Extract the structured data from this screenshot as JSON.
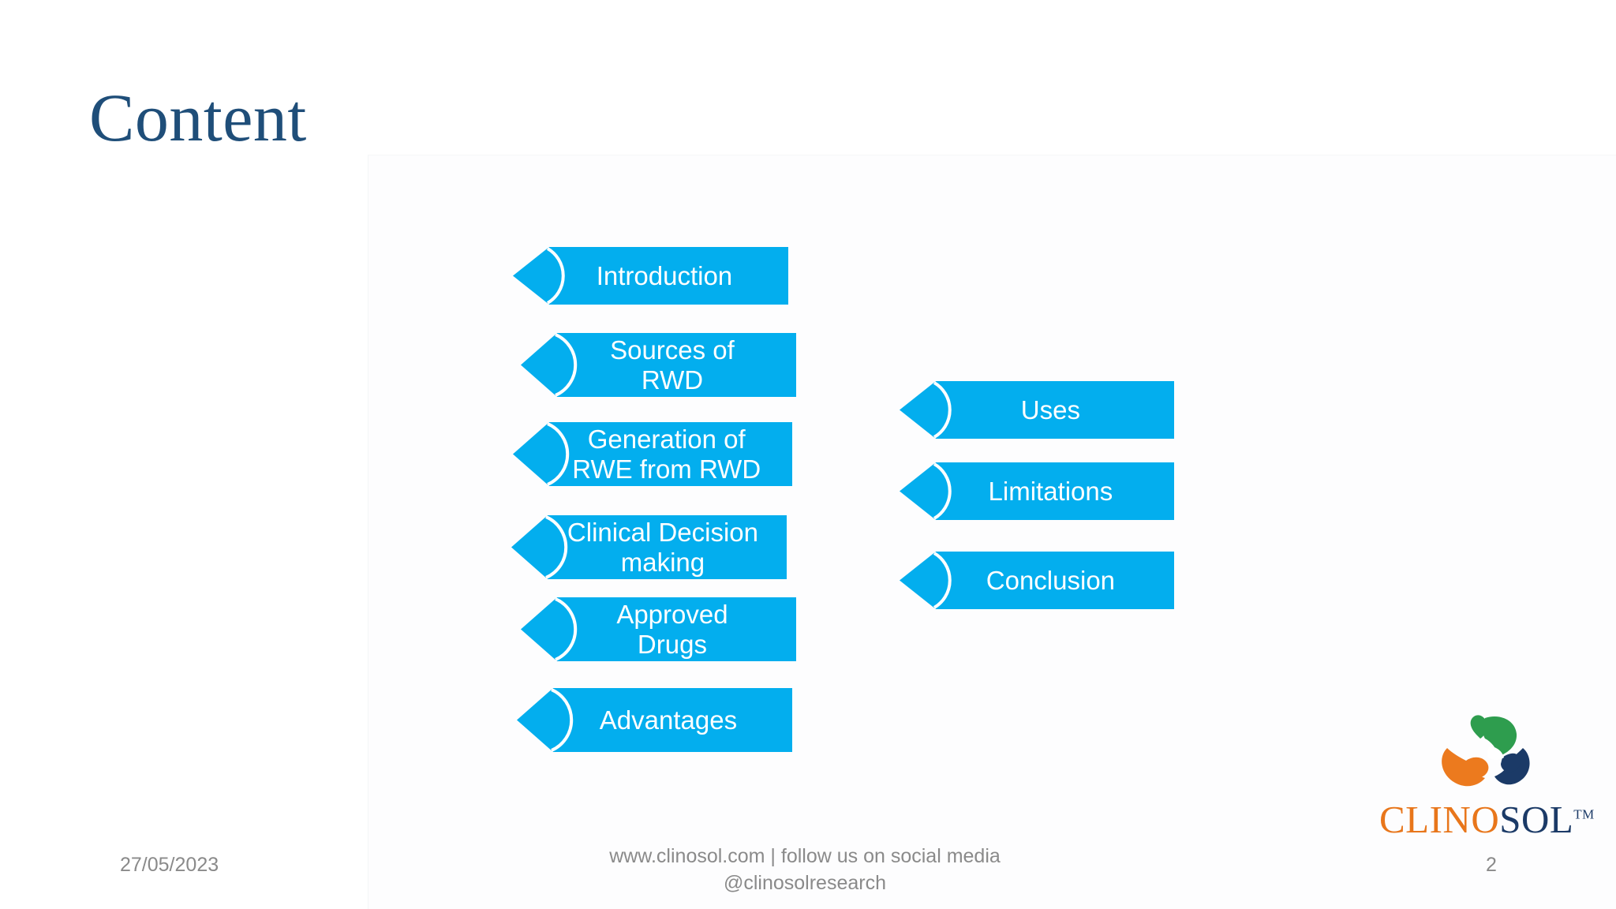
{
  "slide": {
    "title": "Content",
    "title_color": "#1f4e79",
    "accent_color": "#03aeee",
    "background_color": "#ffffff"
  },
  "content_left": {
    "items": [
      {
        "label": "Introduction"
      },
      {
        "label": "Sources of\nRWD"
      },
      {
        "label": "Generation of\nRWE from RWD"
      },
      {
        "label": "Clinical Decision\nmaking"
      },
      {
        "label": "Approved\nDrugs"
      },
      {
        "label": "Advantages"
      }
    ]
  },
  "content_right": {
    "items": [
      {
        "label": "Uses"
      },
      {
        "label": "Limitations"
      },
      {
        "label": "Conclusion"
      }
    ]
  },
  "footer": {
    "date": "27/05/2023",
    "center_line1": "www.clinosol.com | follow us on social media",
    "center_line2": "@clinosolresearch",
    "page_number": "2"
  },
  "logo": {
    "word_part1": "CLINO",
    "word_part2": "SOL",
    "trademark": "TM",
    "orange": "#e8761b",
    "navy": "#1b3a67",
    "green": "#2e9d4e"
  }
}
